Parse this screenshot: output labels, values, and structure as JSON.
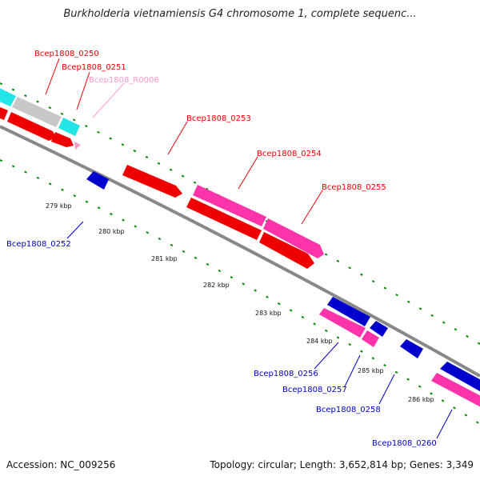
{
  "title": "Burkholderia vietnamiensis G4 chromosome 1, complete sequenc...",
  "accession": "Accession: NC_009256",
  "summary": "Topology: circular; Length: 3,652,814 bp; Genes: 3,349",
  "colors": {
    "forward_cds": "#ee0000",
    "forward_rna": "#ff99cc",
    "reverse_cds": "#0000cc",
    "gene_pink": "#ff33aa",
    "cyan_feature": "#22e5e5",
    "gray_feature": "#c8c8c8",
    "backbone": "#888888",
    "tick_green": "#008800",
    "tick_label": "#111111"
  },
  "tick_labels": [
    "279 kbp",
    "280 kbp",
    "281 kbp",
    "282 kbp",
    "283 kbp",
    "284 kbp",
    "285 kbp",
    "286 kbp"
  ],
  "gene_labels": [
    {
      "text": "Bcep1808_0250",
      "strand": "forward"
    },
    {
      "text": "Bcep1808_0251",
      "strand": "forward"
    },
    {
      "text": "Bcep1808_R0006",
      "strand": "rna"
    },
    {
      "text": "Bcep1808_0253",
      "strand": "forward"
    },
    {
      "text": "Bcep1808_0254",
      "strand": "forward"
    },
    {
      "text": "Bcep1808_0255",
      "strand": "forward"
    },
    {
      "text": "Bcep1808_0252",
      "strand": "reverse"
    },
    {
      "text": "Bcep1808_0256",
      "strand": "reverse"
    },
    {
      "text": "Bcep1808_0257",
      "strand": "reverse"
    },
    {
      "text": "Bcep1808_0258",
      "strand": "reverse"
    },
    {
      "text": "Bcep1808_0260",
      "strand": "reverse"
    }
  ]
}
